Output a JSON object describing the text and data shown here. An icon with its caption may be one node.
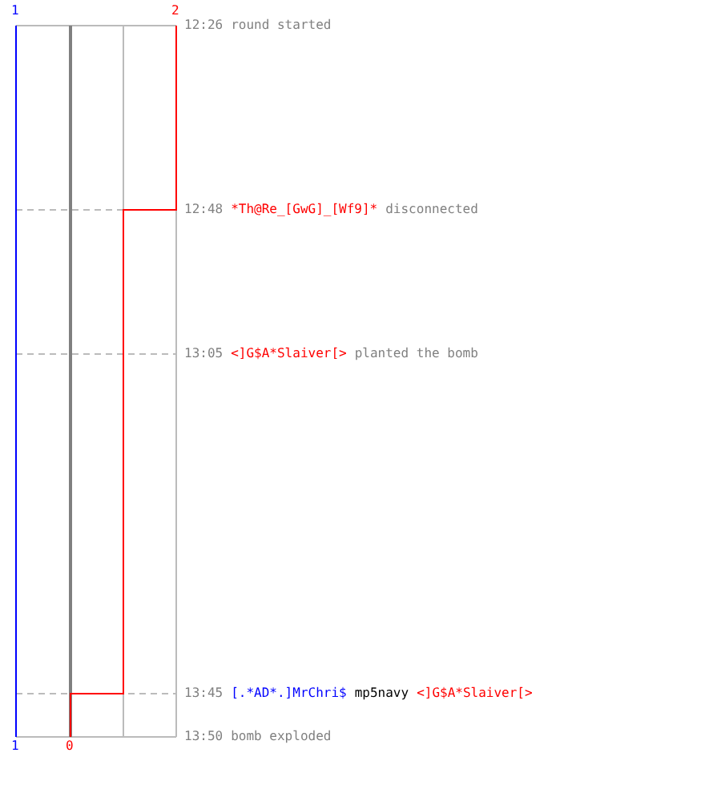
{
  "diagram": {
    "labels": [
      "1",
      "2",
      "12:26",
      "round started",
      "12:48",
      "*Th@Re_[GwG]_[Wf9]*",
      "disconnected",
      "13:05",
      "<]G$A*Slaiver[>",
      "planted the bomb",
      "13:45",
      "[.*AD*.]MrChri$",
      "mp5navy",
      "<]G$A*Slaiver[>",
      "1",
      "0",
      "13:50",
      "bomb exploded"
    ]
  }
}
